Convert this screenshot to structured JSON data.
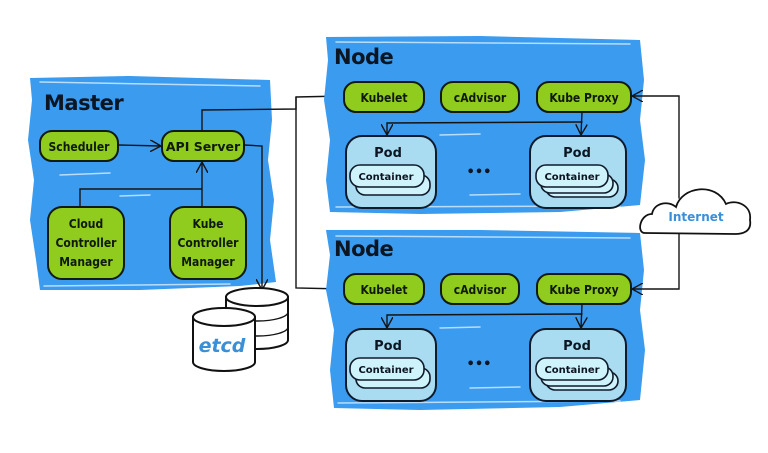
{
  "diagram": {
    "title": "Kubernetes Architecture",
    "master": {
      "label": "Master",
      "components": {
        "scheduler": "Scheduler",
        "api_server": "API Server",
        "cloud_controller_manager": [
          "Cloud",
          "Controller",
          "Manager"
        ],
        "kube_controller_manager": [
          "Kube",
          "Controller",
          "Manager"
        ]
      }
    },
    "etcd": {
      "label": "etcd"
    },
    "nodes": [
      {
        "label": "Node",
        "components": {
          "kubelet": "Kubelet",
          "cadvisor": "cAdvisor",
          "kube_proxy": "Kube Proxy"
        },
        "pods": [
          {
            "label": "Pod",
            "container": "Container"
          },
          {
            "label": "Pod",
            "container": "Container"
          }
        ],
        "ellipsis": "•••"
      },
      {
        "label": "Node",
        "components": {
          "kubelet": "Kubelet",
          "cadvisor": "cAdvisor",
          "kube_proxy": "Kube Proxy"
        },
        "pods": [
          {
            "label": "Pod",
            "container": "Container"
          },
          {
            "label": "Pod",
            "container": "Container"
          }
        ],
        "ellipsis": "•••"
      }
    ],
    "internet": {
      "label": "Internet"
    },
    "colors": {
      "panel_blue": "#3a9bef",
      "component_green": "#8fcc1e",
      "pod_blue": "#a9dcf0",
      "container_blue": "#cff3fb",
      "label_blue": "#3b8fd6"
    }
  }
}
